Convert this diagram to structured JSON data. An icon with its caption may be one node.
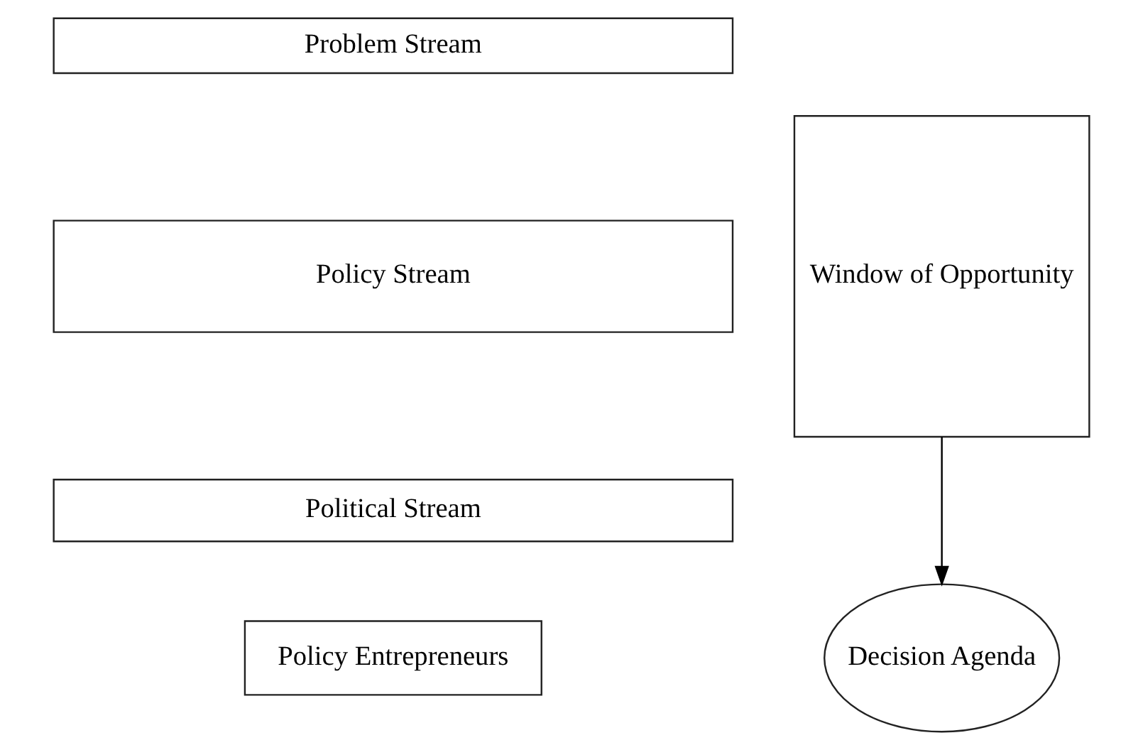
{
  "diagram": {
    "nodes": [
      {
        "text": [
          "Problem Stream"
        ]
      },
      {
        "text": [
          "Policy Stream"
        ]
      },
      {
        "text": [
          "Political Stream"
        ]
      },
      {
        "text": [
          "Window of Opportunity"
        ]
      },
      {
        "text": [
          "Policy Entrepreneurs"
        ]
      },
      {
        "text": [
          "Decision Agenda"
        ]
      }
    ],
    "edges": [
      {
        "from": 3,
        "to": 5,
        "arrow": "to"
      }
    ]
  }
}
